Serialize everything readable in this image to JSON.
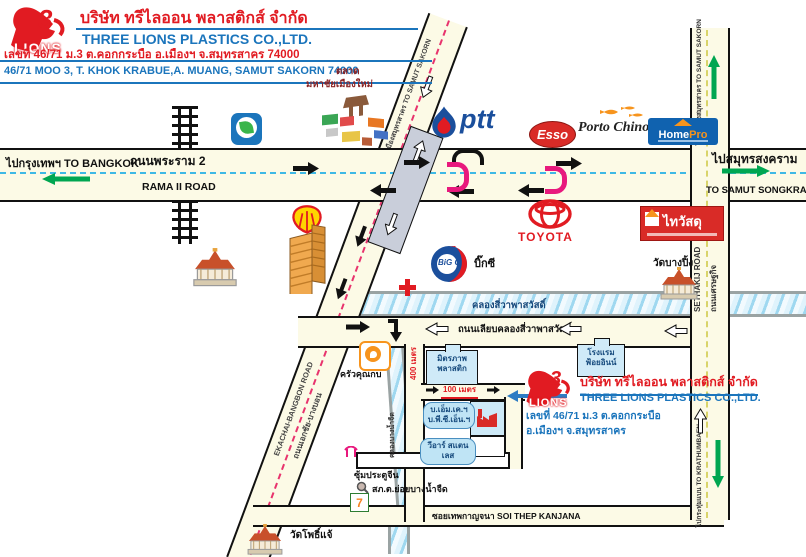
{
  "header": {
    "logo": {
      "number": "3",
      "text": "LIONS"
    },
    "company_th": "บริษัท ทรีไลออน พลาสติกส์ จำกัด",
    "company_en": "THREE LIONS PLASTICS CO.,LTD.",
    "address_th": "เลขที่ 46/71 ม.3 ต.คอกกระบือ อ.เมืองฯ จ.สมุทรสาคร 74000",
    "address_en": "46/71 MOO 3, T. KHOK KRABUE,A. MUANG, SAMUT SAKORN 74000"
  },
  "roads": {
    "rama2_th": "ถนนพระราม 2",
    "rama2_en": "RAMA II ROAD",
    "to_bangkok": "ไปกรุงเทพฯ TO BANGKOK",
    "to_samut_songkram_th": "ไปสมุทรสงคราม",
    "to_samut_songkram_en": "TO SAMUT SONGKRAM",
    "to_samut_sakorn_vertical": "ไปตัวเมืองสมุทรสาคร TO SAMUT SAKORN",
    "to_samut_sakorn_diagonal": "ไปตัวเมืองสมุทรสาคร TO SAMUT SAKORN",
    "sethakij_en": "SETHAKIJ ROAD",
    "sethakij_th": "ถนนเศรษฐกิจ",
    "to_krathumbaen": "ไปกระทุ่มแบน TO KRATHUMBAEN",
    "ekachai_th": "ถนนเอกชัย-บางบอน",
    "ekachai_en": "EKACHAI-BANGBON ROAD",
    "canal_side_road": "ถนนเลียบคลองสี่วาพาสวัสดิ์",
    "soi_thep_kanjana": "ซอยเทพกาญจนา   SOI THEP KANJANA",
    "dist_400": "400 เมตร",
    "dist_100": "100 เมตร"
  },
  "waterways": {
    "canal_main": "คลองสี่วาพาสวัสดิ์",
    "canal_side": "คลองบางน้ำจืด"
  },
  "landmarks": {
    "market_line1": "ตลาด",
    "market_line2": "มหาชัยเมืองใหม่",
    "ptt": "ptt",
    "esso": "Esso",
    "porto_chino": "Porto Chino",
    "homepro_1": "Home",
    "homepro_2": "Pro",
    "toyota": "TOYOTA",
    "thaiwatsadu": "ไทวัสดุ",
    "bigc_logo": "BiG C",
    "bigc": "บิ๊กซี",
    "wat_bang_ping": "วัดบางปิ้ง",
    "krua_khun_kob": "ครัวคุณกบ",
    "mitraphap_line1": "มิตรภาพ",
    "mitraphap_line2": "พลาสติก",
    "hotel_line1": "โรงแรม",
    "hotel_line2": "ฟ้อยอินน์",
    "mk_co": "บ.เอ็ม.เค.ฯ",
    "pcn_co": "บ.พี.ซี.เอ็น.ฯ",
    "vr_stainless": "วีอาร์ สแตนเลส",
    "chinese_gate": "ซุ้มประตูจีน",
    "police_substation": "สภ.ต.ย่อยบางน้ำจืด",
    "seven_eleven": "7",
    "wat_pho_chae": "วัดโพธิ์แจ้"
  },
  "callout": {
    "company_th": "บริษัท ทรีไลออน พลาสติกส์ จำกัด",
    "company_en": "THREE LIONS PLASTICS CO.,LTD.",
    "address_line1": "เลขที่ 46/71 ม.3 ต.คอกกระบือ",
    "address_line2": "อ.เมืองฯ จ.สมุทรสาคร"
  },
  "colors": {
    "brand_red": "#E11B22",
    "brand_blue": "#1B75BC",
    "road_fill": "#FCFAE6",
    "centerline_cyan": "#3FB9E5",
    "centerline_red": "#E8336D",
    "centerline_yellow": "#D9D46A",
    "uturn_pink": "#E8197D",
    "arrow_green": "#00A651",
    "water_blue": "#BFE4F5"
  }
}
